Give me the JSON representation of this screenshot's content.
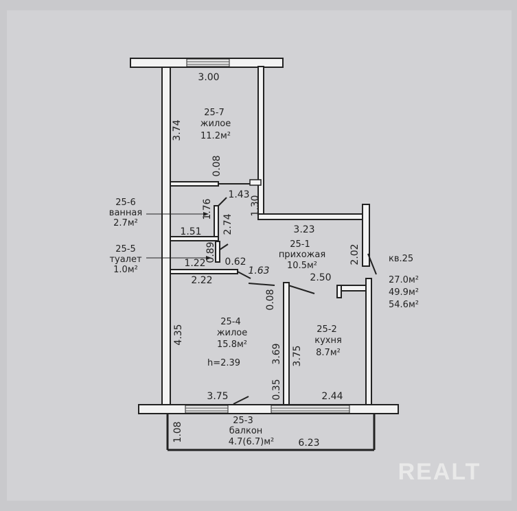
{
  "rooms": {
    "r7": {
      "code": "25-7",
      "name": "жилое",
      "area": "11.2м²"
    },
    "r6": {
      "code": "25-6",
      "name": "ванная",
      "area": "2.7м²"
    },
    "r5": {
      "code": "25-5",
      "name": "туалет",
      "area": "1.0м²"
    },
    "r1": {
      "code": "25-1",
      "name": "прихожая",
      "area": "10.5м²"
    },
    "r4": {
      "code": "25-4",
      "name": "жилое",
      "area": "15.8м²",
      "height": "h=2.39"
    },
    "r2": {
      "code": "25-2",
      "name": "кухня",
      "area": "8.7м²"
    },
    "r3": {
      "code": "25-3",
      "name": "балкон",
      "area": "4.7(6.7)м²"
    }
  },
  "apartment": {
    "label": "кв.25",
    "area_living": "27.0м²",
    "area_total": "49.9м²",
    "area_full": "54.6м²"
  },
  "dimensions": {
    "d300": "3.00",
    "d374": "3.74",
    "d008a": "0.08",
    "d143": "1.43",
    "d130": "1.30",
    "d176": "1.76",
    "d274": "2.74",
    "d151": "1.51",
    "d323": "3.23",
    "d202": "2.02",
    "d089": "0.89",
    "d122": "1.22",
    "d062": "0.62",
    "d163": "1.63",
    "d222": "2.22",
    "d250": "2.50",
    "d008b": "0.08",
    "d435": "4.35",
    "d369": "3.69",
    "d375v": "3.75",
    "d375h": "3.75",
    "d035": "0.35",
    "d244": "2.44",
    "d108": "1.08",
    "d623": "6.23"
  },
  "watermark": "REALT"
}
